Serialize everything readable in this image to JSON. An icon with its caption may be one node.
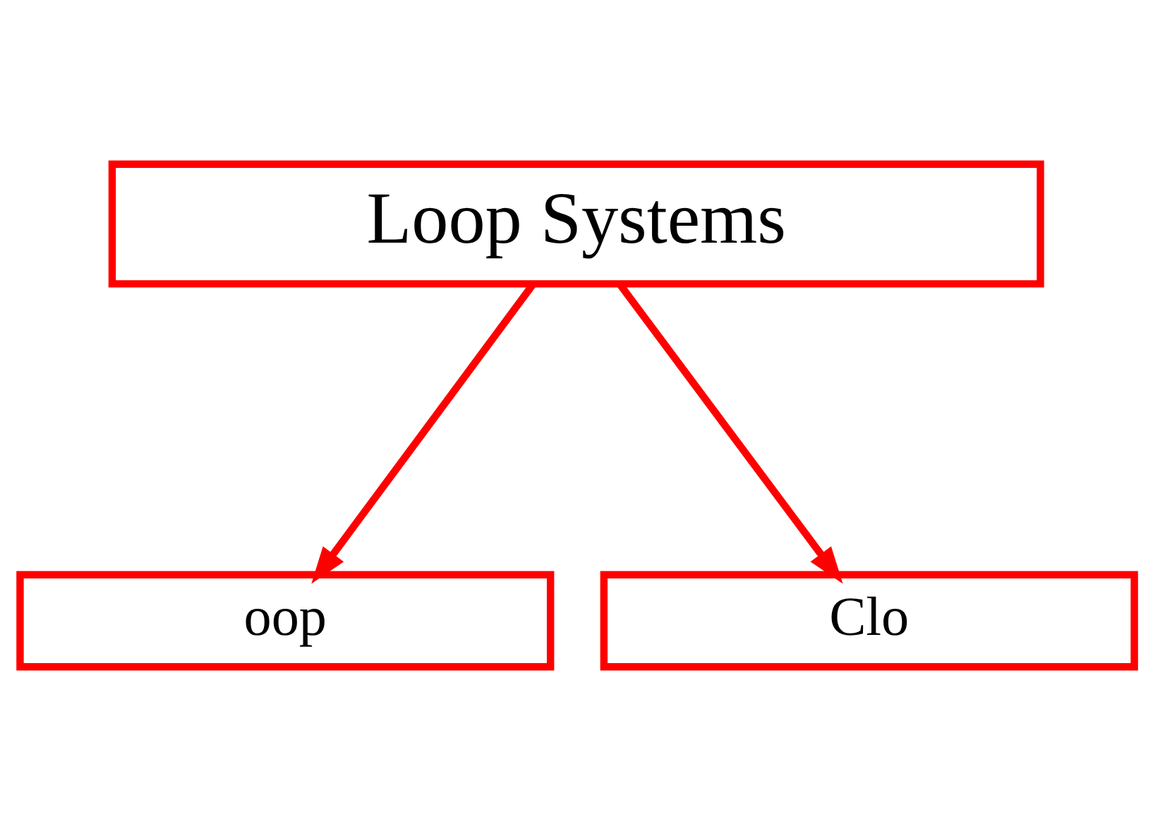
{
  "diagram": {
    "nodes": [
      {
        "text": [
          "Loop Systems"
        ]
      },
      {
        "text": [
          "oop"
        ]
      },
      {
        "text": [
          "Clo"
        ]
      }
    ],
    "edges": [
      {
        "from": 0,
        "to": 1,
        "arrow": "to"
      },
      {
        "from": 0,
        "to": 2,
        "arrow": "to"
      }
    ]
  }
}
